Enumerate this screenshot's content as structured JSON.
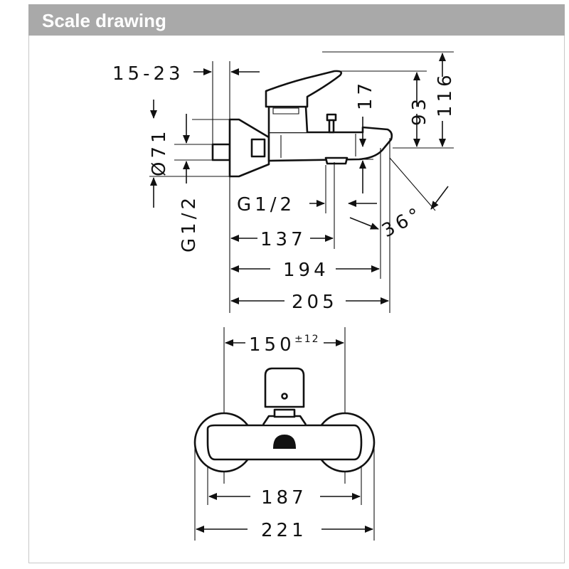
{
  "header": {
    "title": "Scale drawing"
  },
  "side_view": {
    "dims": {
      "wall_depth": "15-23",
      "diameter": "Ø71",
      "thread_left": "G1/2",
      "lever_height": "17",
      "height_93": "93",
      "height_116": "116",
      "thread_outlet": "G1/2",
      "angle": "36°",
      "length_137": "137",
      "length_194": "194",
      "length_205": "205"
    }
  },
  "front_view": {
    "dims": {
      "centers_base": "150",
      "centers_tolerance": "±12",
      "width_187": "187",
      "width_221": "221"
    }
  },
  "colors": {
    "header_bg": "#a9a9a9",
    "header_text": "#ffffff",
    "line": "#111111"
  }
}
